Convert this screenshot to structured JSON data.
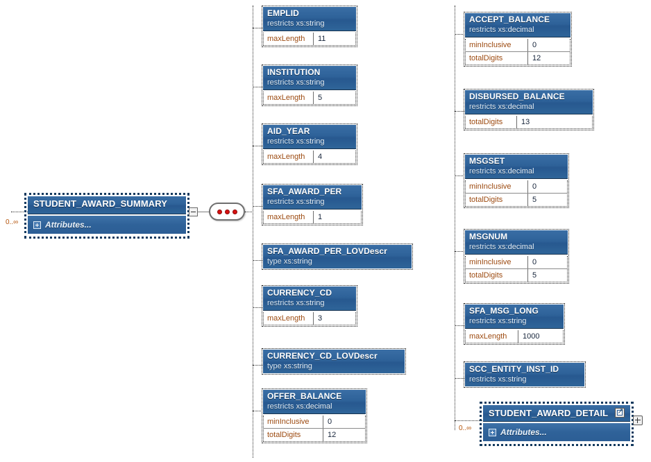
{
  "diagram": {
    "type": "xml-schema-tree",
    "root": {
      "name": "STUDENT_AWARD_SUMMARY",
      "attributes_label": "Attributes...",
      "occurrence": "0..∞",
      "compositor": "sequence",
      "compositor_dots": 3,
      "collapse_icon": "minus-icon",
      "attributes_icon": "plus-square-icon"
    },
    "colors": {
      "header_blue": "#2e6299",
      "header_blue_light": "#3a6ea5",
      "facet_name": "#9c4a10",
      "facet_value": "#16243a",
      "occurrence": "#b4530a",
      "sequence_dot": "#d81111",
      "connector": "#2b2b2b",
      "background": "#ffffff"
    },
    "keywords": {
      "restricts": "restricts",
      "type": "type"
    },
    "children": [
      {
        "name": "EMPLID",
        "kind": "restricts",
        "basetype": "xs:string",
        "facets": [
          {
            "name": "maxLength",
            "value": "11"
          }
        ]
      },
      {
        "name": "INSTITUTION",
        "kind": "restricts",
        "basetype": "xs:string",
        "facets": [
          {
            "name": "maxLength",
            "value": "5"
          }
        ]
      },
      {
        "name": "AID_YEAR",
        "kind": "restricts",
        "basetype": "xs:string",
        "facets": [
          {
            "name": "maxLength",
            "value": "4"
          }
        ]
      },
      {
        "name": "SFA_AWARD_PER",
        "kind": "restricts",
        "basetype": "xs:string",
        "facets": [
          {
            "name": "maxLength",
            "value": "1"
          }
        ]
      },
      {
        "name": "SFA_AWARD_PER_LOVDescr",
        "kind": "type",
        "basetype": "xs:string",
        "facets": []
      },
      {
        "name": "CURRENCY_CD",
        "kind": "restricts",
        "basetype": "xs:string",
        "facets": [
          {
            "name": "maxLength",
            "value": "3"
          }
        ]
      },
      {
        "name": "CURRENCY_CD_LOVDescr",
        "kind": "type",
        "basetype": "xs:string",
        "facets": []
      },
      {
        "name": "OFFER_BALANCE",
        "kind": "restricts",
        "basetype": "xs:decimal",
        "facets": [
          {
            "name": "minInclusive",
            "value": "0"
          },
          {
            "name": "totalDigits",
            "value": "12"
          }
        ]
      },
      {
        "name": "ACCEPT_BALANCE",
        "kind": "restricts",
        "basetype": "xs:decimal",
        "facets": [
          {
            "name": "minInclusive",
            "value": "0"
          },
          {
            "name": "totalDigits",
            "value": "12"
          }
        ]
      },
      {
        "name": "DISBURSED_BALANCE",
        "kind": "restricts",
        "basetype": "xs:decimal",
        "facets": [
          {
            "name": "totalDigits",
            "value": "13"
          }
        ]
      },
      {
        "name": "MSGSET",
        "kind": "restricts",
        "basetype": "xs:decimal",
        "facets": [
          {
            "name": "minInclusive",
            "value": "0"
          },
          {
            "name": "totalDigits",
            "value": "5"
          }
        ]
      },
      {
        "name": "MSGNUM",
        "kind": "restricts",
        "basetype": "xs:decimal",
        "facets": [
          {
            "name": "minInclusive",
            "value": "0"
          },
          {
            "name": "totalDigits",
            "value": "5"
          }
        ]
      },
      {
        "name": "SFA_MSG_LONG",
        "kind": "restricts",
        "basetype": "xs:string",
        "facets": [
          {
            "name": "maxLength",
            "value": "1000"
          }
        ]
      },
      {
        "name": "SCC_ENTITY_INST_ID",
        "kind": "restricts",
        "basetype": "xs:string",
        "facets": []
      }
    ],
    "detail_node": {
      "name": "STUDENT_AWARD_DETAIL",
      "attributes_label": "Attributes...",
      "occurrence": "0..∞",
      "ref_icon": "external-reference-icon",
      "expand_icon": "plus-icon",
      "attributes_icon": "plus-square-icon"
    }
  }
}
